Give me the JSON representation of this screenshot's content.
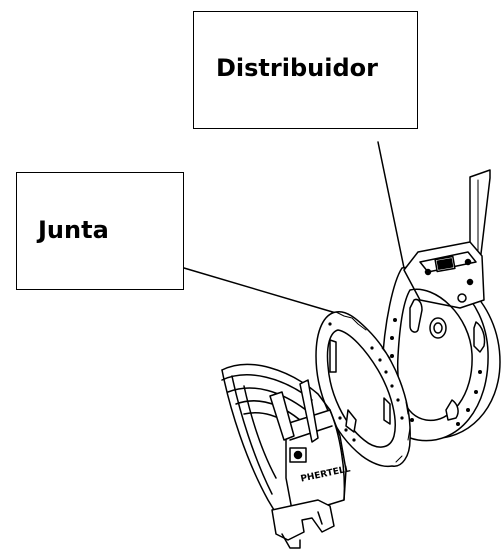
{
  "callouts": {
    "distribuidor": "Distribuidor",
    "junta": "Junta"
  },
  "housing": {
    "brand": "PHERTELL"
  }
}
